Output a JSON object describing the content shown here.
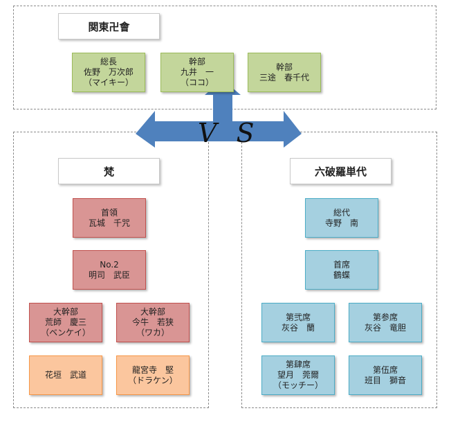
{
  "top_group": {
    "title": "関東卍會",
    "members": [
      {
        "lines": [
          "総長",
          "佐野　万次郎",
          "（マイキー）"
        ],
        "color": "green"
      },
      {
        "lines": [
          "幹部",
          "九井　一",
          "（ココ）"
        ],
        "color": "green"
      },
      {
        "lines": [
          "幹部",
          "三途　春千代"
        ],
        "color": "green"
      }
    ]
  },
  "vs_text": "V S",
  "left_group": {
    "title": "梵",
    "members": [
      {
        "lines": [
          "首領",
          "瓦城　千咒"
        ],
        "color": "red"
      },
      {
        "lines": [
          "No.2",
          "明司　武臣"
        ],
        "color": "red"
      },
      {
        "lines": [
          "大幹部",
          "荒師　慶三",
          "（ベンケイ）"
        ],
        "color": "red"
      },
      {
        "lines": [
          "大幹部",
          "今牛　若狭",
          "（ワカ）"
        ],
        "color": "red"
      },
      {
        "lines": [
          "花垣　武道"
        ],
        "color": "orange"
      },
      {
        "lines": [
          "龍宮寺　堅",
          "（ドラケン）"
        ],
        "color": "orange"
      }
    ]
  },
  "right_group": {
    "title": "六破羅単代",
    "members": [
      {
        "lines": [
          "総代",
          "寺野　南"
        ],
        "color": "blue"
      },
      {
        "lines": [
          "首席",
          "鶴蝶"
        ],
        "color": "blue"
      },
      {
        "lines": [
          "第弐席",
          "灰谷　蘭"
        ],
        "color": "blue"
      },
      {
        "lines": [
          "第参席",
          "灰谷　竜胆"
        ],
        "color": "blue"
      },
      {
        "lines": [
          "第肆席",
          "望月　莞爾",
          "（モッチー）"
        ],
        "color": "blue"
      },
      {
        "lines": [
          "第伍席",
          "班目　獅音"
        ],
        "color": "blue"
      }
    ]
  },
  "colors": {
    "arrow": "#4f81bd",
    "green": "#c3d69b",
    "red": "#d99594",
    "orange": "#fbc69e",
    "blue": "#a5d0e0"
  }
}
